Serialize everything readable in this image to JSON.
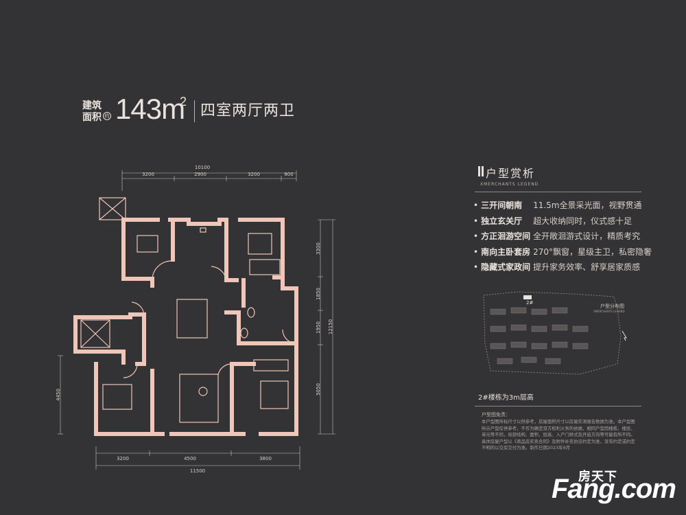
{
  "header": {
    "area_label_line1": "建筑",
    "area_label_line2": "面积",
    "area_unit_mark": "约",
    "area_value": "143m",
    "area_superscript": "2",
    "room_type": "四室两厅两卫"
  },
  "analysis": {
    "title": "户型赏析",
    "subtitle": "XMERCHANTS LEGEND",
    "features": [
      {
        "key": "三开间朝南",
        "value": "11.5m全景采光面，视野贯通"
      },
      {
        "key": "独立玄关厅",
        "value": "超大收纳同时，仪式感十足"
      },
      {
        "key": "方正洄游空间",
        "value": "全开敞洄游式设计，精质考究"
      },
      {
        "key": "南向主卧套房",
        "value": "270°飘窗，星级主卫，私密隐奢"
      },
      {
        "key": "隐藏式家政间",
        "value": "提升家务效率、舒享居家质感"
      }
    ]
  },
  "site_map": {
    "building_label": "2#",
    "caption": "户型分布图",
    "caption_sub": "XMERCHANTS LEGEND"
  },
  "floors_note": "2#楼栋为3m层高",
  "disclaimer": {
    "title": "户型图免责：",
    "text": "本户型图所标尺寸以供参考，房屋面积尺寸以房屋实测报告数据为准。本户型图所示户型仅供参考，不作为确定双方权利义务的依据，相同户型因楼栋、楼层、单元等不同，局部结构、面积、层高、入户门样式及开启方向等可能有所不同。具体房屋户型以《商品房买卖合同》及附件补充协议约定为准，没有约定或约定不明的以交房交付为准。制作日期2023年9月"
  },
  "dimensions": {
    "top_total": "10100",
    "top_segments": [
      "3200",
      "2900",
      "3200",
      "800"
    ],
    "bottom_segments": [
      "3200",
      "4500",
      "3800"
    ],
    "bottom_total": "11500",
    "right_segments": [
      "3300",
      "1850",
      "1950",
      "5050"
    ],
    "right_total": "12150",
    "left_segment": "4450"
  },
  "logo": {
    "cn": "房天下",
    "en": "Fang.com"
  },
  "colors": {
    "background": "#333234",
    "wall": "#f0c6b8",
    "text": "#e9e2dc"
  }
}
